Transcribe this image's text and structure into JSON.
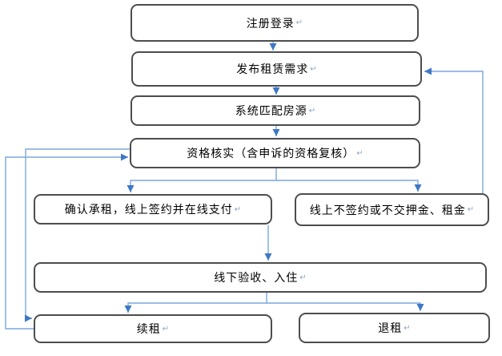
{
  "colors": {
    "connector_line": "#7ba7dd",
    "connector_arrow": "#3d78c4",
    "box_border": "#4d4d4d",
    "box_text": "#000000",
    "background": "#ffffff",
    "return_mark_color": "#8ba6c4"
  },
  "flowchart": {
    "type": "flowchart",
    "return_mark": "↵",
    "boxes": [
      {
        "id": "register-login",
        "label": "注册登录"
      },
      {
        "id": "publish-rental-demand",
        "label": "发布租赁需求"
      },
      {
        "id": "system-match-housing",
        "label": "系统匹配房源"
      },
      {
        "id": "qualification-verify",
        "label": "资格核实（含申诉的资格复核）"
      },
      {
        "id": "confirm-lease-sign-pay",
        "label": "确认承租，线上签约并在线支付"
      },
      {
        "id": "no-sign-or-no-deposit",
        "label": "线上不签约或不交押金、租金"
      },
      {
        "id": "offline-acceptance-checkin",
        "label": "线下验收、入住"
      },
      {
        "id": "renew-lease",
        "label": "续租"
      },
      {
        "id": "terminate-lease",
        "label": "退租"
      }
    ],
    "edges": [
      {
        "from": "注册登录",
        "to": "发布租赁需求"
      },
      {
        "from": "发布租赁需求",
        "to": "系统匹配房源"
      },
      {
        "from": "系统匹配房源",
        "to": "资格核实（含申诉的资格复核）"
      },
      {
        "from": "资格核实（含申诉的资格复核）",
        "to": "确认承租，线上签约并在线支付"
      },
      {
        "from": "资格核实（含申诉的资格复核）",
        "to": "线上不签约或不交押金、租金"
      },
      {
        "from": "确认承租，线上签约并在线支付",
        "to": "线下验收、入住"
      },
      {
        "from": "线下验收、入住",
        "to": "续租"
      },
      {
        "from": "线下验收、入住",
        "to": "退租"
      },
      {
        "from": "线上不签约或不交押金、租金",
        "to": "发布租赁需求"
      },
      {
        "from": "续租",
        "to": "资格核实（含申诉的资格复核）"
      },
      {
        "from": "资格核实（含申诉的资格复核）",
        "to": "续租"
      }
    ]
  }
}
